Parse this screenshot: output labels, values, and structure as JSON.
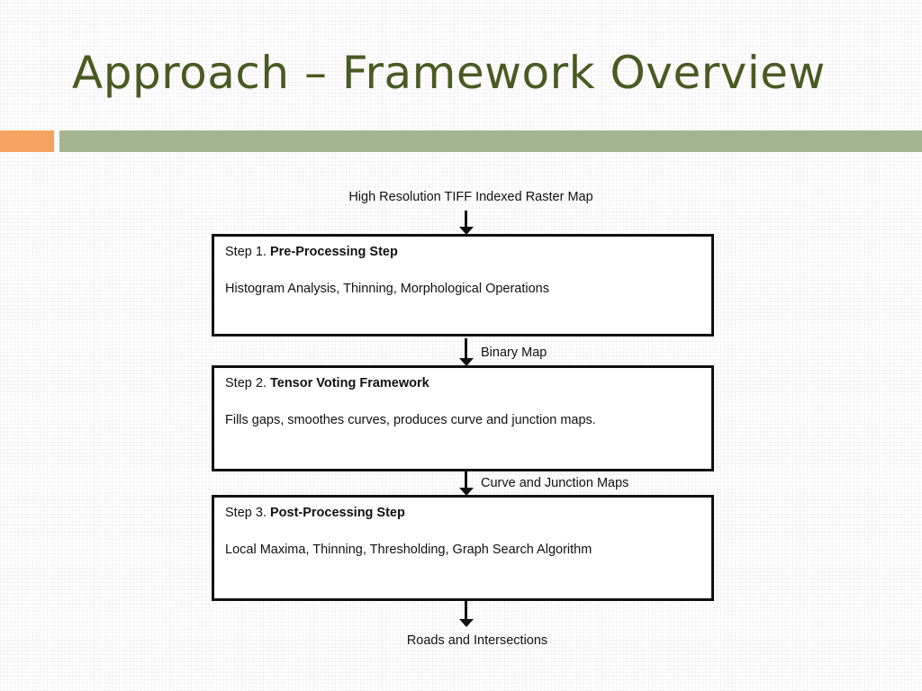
{
  "slide": {
    "title": "Approach – Framework Overview"
  },
  "flowchart": {
    "input_label": "High Resolution TIFF Indexed Raster Map",
    "steps": [
      {
        "prefix": "Step 1.",
        "name": "Pre-Processing Step",
        "description": "Histogram Analysis, Thinning, Morphological Operations"
      },
      {
        "prefix": "Step 2.",
        "name": "Tensor Voting Framework",
        "description": "Fills gaps, smoothes curves, produces curve and junction maps."
      },
      {
        "prefix": "Step 3.",
        "name": "Post-Processing Step",
        "description": "Local Maxima, Thinning, Thresholding, Graph Search Algorithm"
      }
    ],
    "transitions": [
      "Binary Map",
      "Curve and Junction Maps"
    ],
    "output_label": "Roads and Intersections"
  }
}
